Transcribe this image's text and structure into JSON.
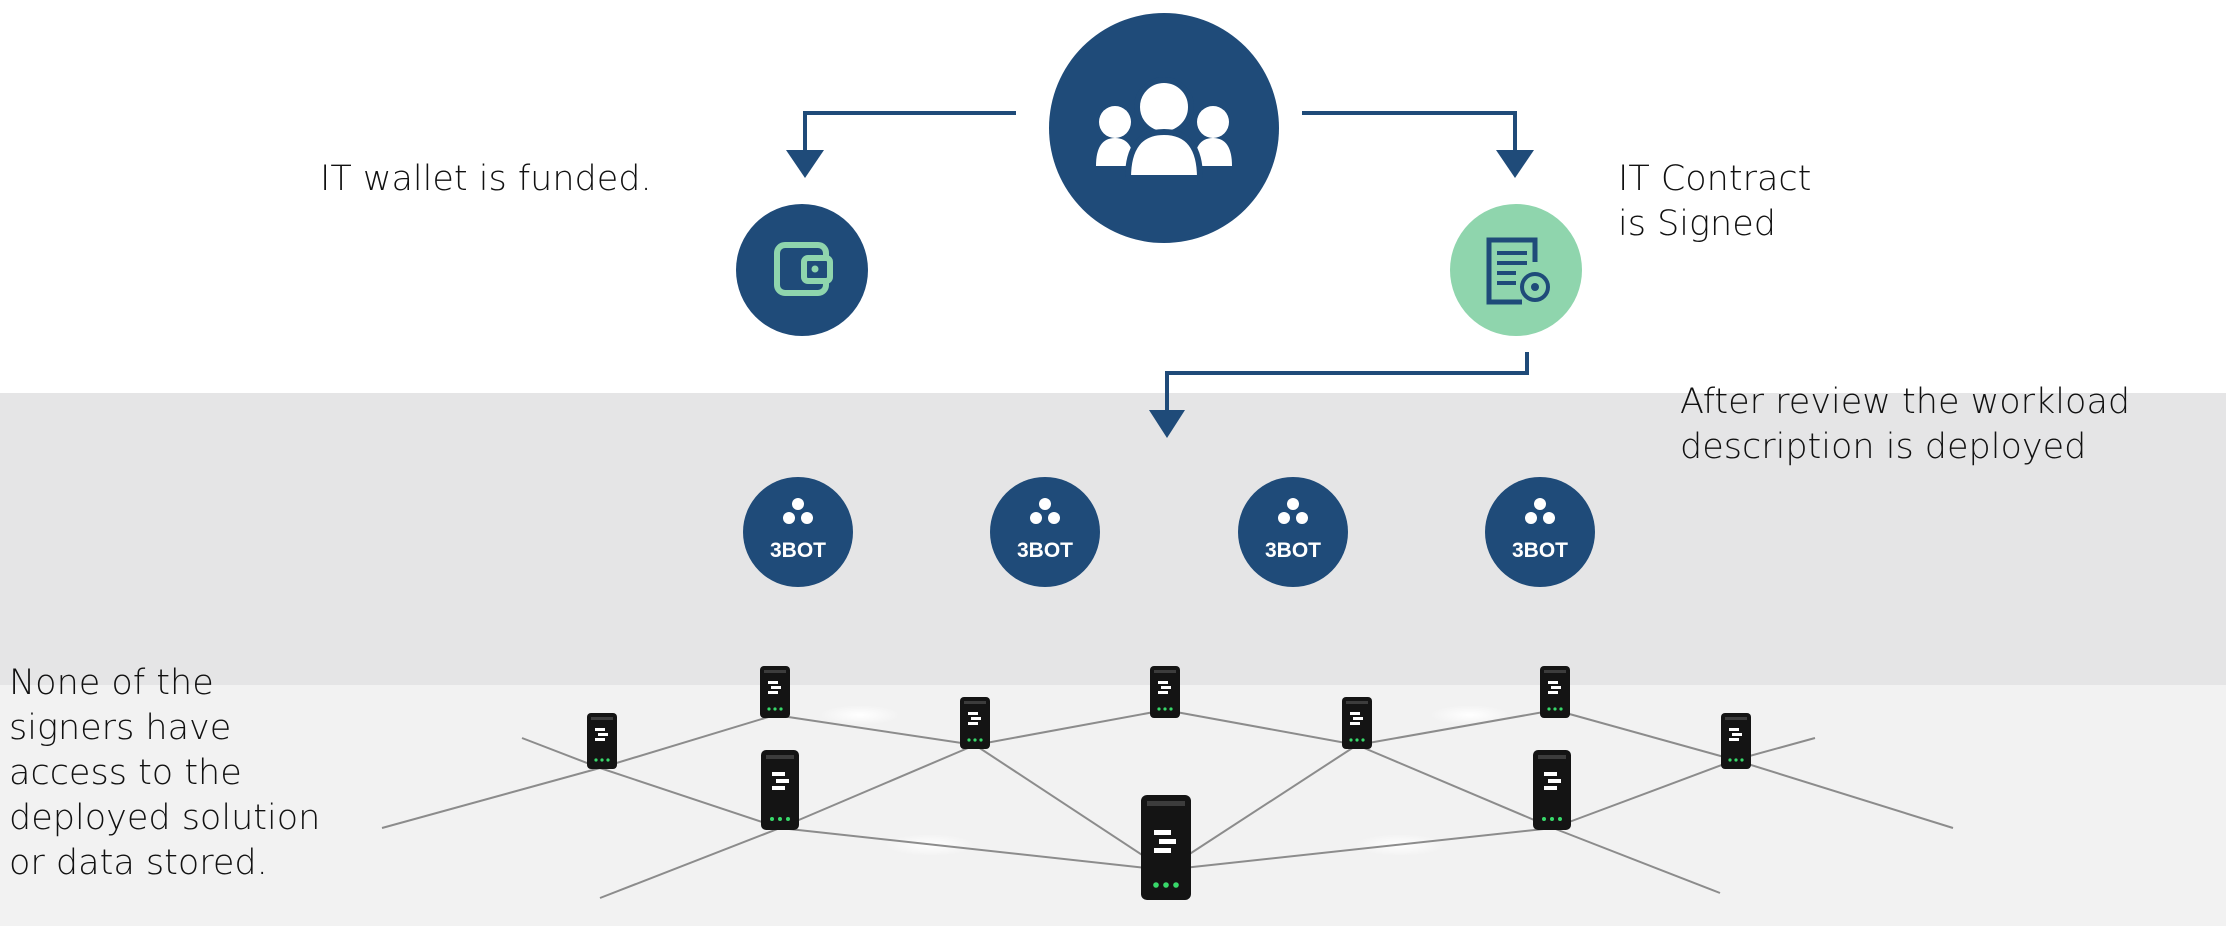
{
  "labels": {
    "wallet": "IT wallet is funded.",
    "contract": [
      "IT Contract",
      "is Signed"
    ],
    "deploy": [
      "After review the workload",
      "description is deployed"
    ],
    "signers": [
      "None of the",
      "signers have",
      "access to the",
      "deployed solution",
      "or data stored."
    ]
  },
  "bots": [
    "3BOT",
    "3BOT",
    "3BOT",
    "3BOT"
  ],
  "icons": {
    "group": "users-group-icon",
    "wallet": "wallet-icon",
    "contract": "contract-certificate-icon",
    "bot": "3bot-icon",
    "server": "server-node-icon"
  },
  "colors": {
    "navy": "#1f4b79",
    "mint": "#8fd5ad",
    "grey_band": "#e5e5e6",
    "light_band": "#f2f2f2",
    "server_led": "#38d86a"
  }
}
